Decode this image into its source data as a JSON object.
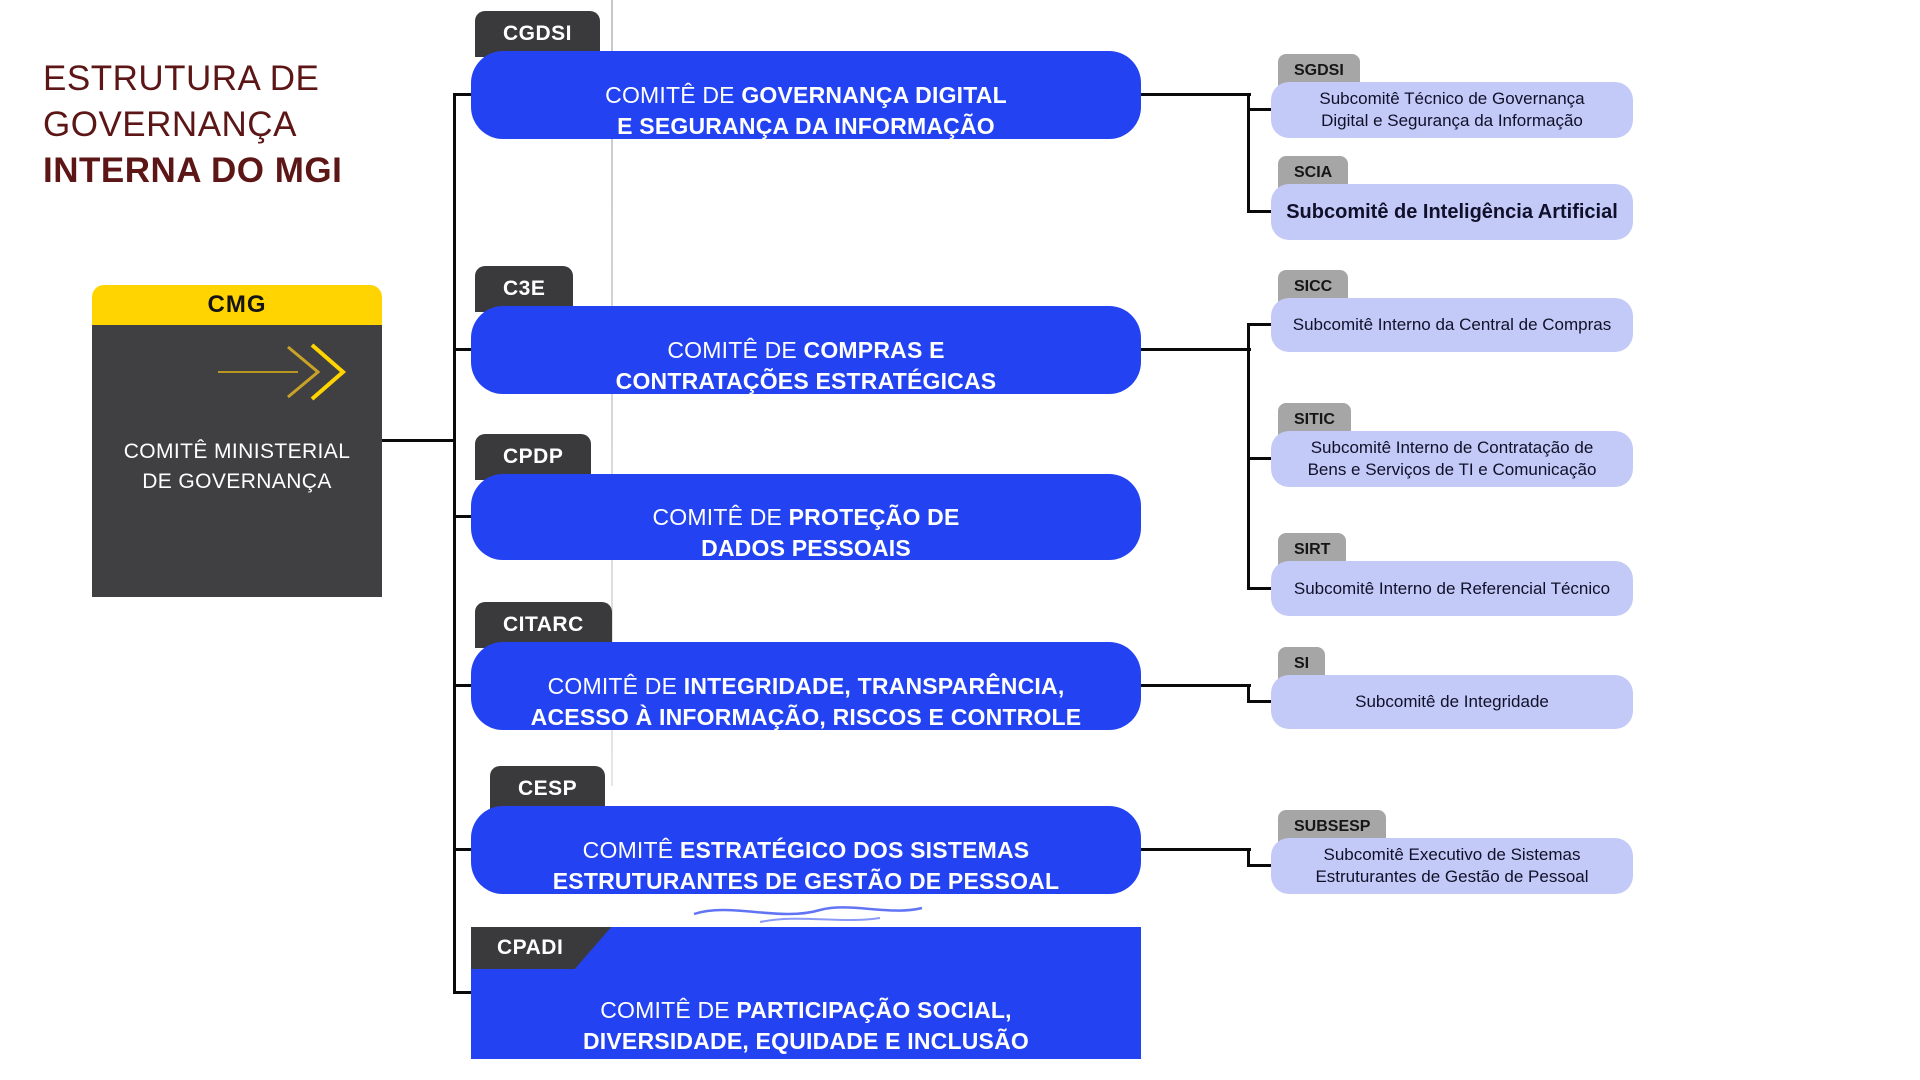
{
  "title": {
    "line1": "ESTRUTURA DE",
    "line2": "GOVERNANÇA",
    "line3": "INTERNA DO MGI"
  },
  "root": {
    "code": "CMG",
    "label": "COMITÊ MINISTERIAL\nDE GOVERNANÇA"
  },
  "committees": [
    {
      "code": "CGDSI",
      "title_regular": "COMITÊ DE ",
      "title_bold": "GOVERNANÇA DIGITAL\nE SEGURANÇA DA INFORMAÇÃO",
      "subs": [
        {
          "code": "SGDSI",
          "label": "Subcomitê Técnico de Governança\nDigital e Segurança da Informação"
        },
        {
          "code": "SCIA",
          "label": "Subcomitê de Inteligência Artificial"
        }
      ]
    },
    {
      "code": "C3E",
      "title_regular": "COMITÊ DE ",
      "title_bold": "COMPRAS E\nCONTRATAÇÕES ESTRATÉGICAS",
      "subs": [
        {
          "code": "SICC",
          "label": "Subcomitê Interno da Central de Compras"
        },
        {
          "code": "SITIC",
          "label": "Subcomitê Interno de Contratação de\nBens e Serviços de TI e Comunicação"
        },
        {
          "code": "SIRT",
          "label": "Subcomitê Interno de Referencial Técnico"
        }
      ]
    },
    {
      "code": "CPDP",
      "title_regular": "COMITÊ DE ",
      "title_bold": "PROTEÇÃO DE\nDADOS PESSOAIS",
      "subs": []
    },
    {
      "code": "CITARC",
      "title_regular": "COMITÊ DE ",
      "title_bold": "INTEGRIDADE, TRANSPARÊNCIA,\nACESSO À INFORMAÇÃO, RISCOS E CONTROLE",
      "subs": [
        {
          "code": "SI",
          "label": "Subcomitê de Integridade"
        }
      ]
    },
    {
      "code": "CESP",
      "title_regular": "COMITÊ ",
      "title_bold": "ESTRATÉGICO DOS SISTEMAS\nESTRUTURANTES DE GESTÃO DE PESSOAL",
      "subs": [
        {
          "code": "SUBSESP",
          "label": "Subcomitê Executivo de Sistemas\nEstruturantes de Gestão de Pessoal"
        }
      ]
    },
    {
      "code": "CPADI",
      "title_regular": "COMITÊ DE ",
      "title_bold": "PARTICIPAÇÃO SOCIAL,\nDIVERSIDADE, EQUIDADE E INCLUSÃO",
      "subs": []
    }
  ],
  "colors": {
    "committee_blue": "#2343F3",
    "subcommittee_lavender": "#C3CAF7",
    "cmg_yellow": "#FFD400",
    "tag_dark": "#3A3A3C",
    "tag_gray": "#A6A6A6",
    "title_maroon": "#5C1616"
  }
}
